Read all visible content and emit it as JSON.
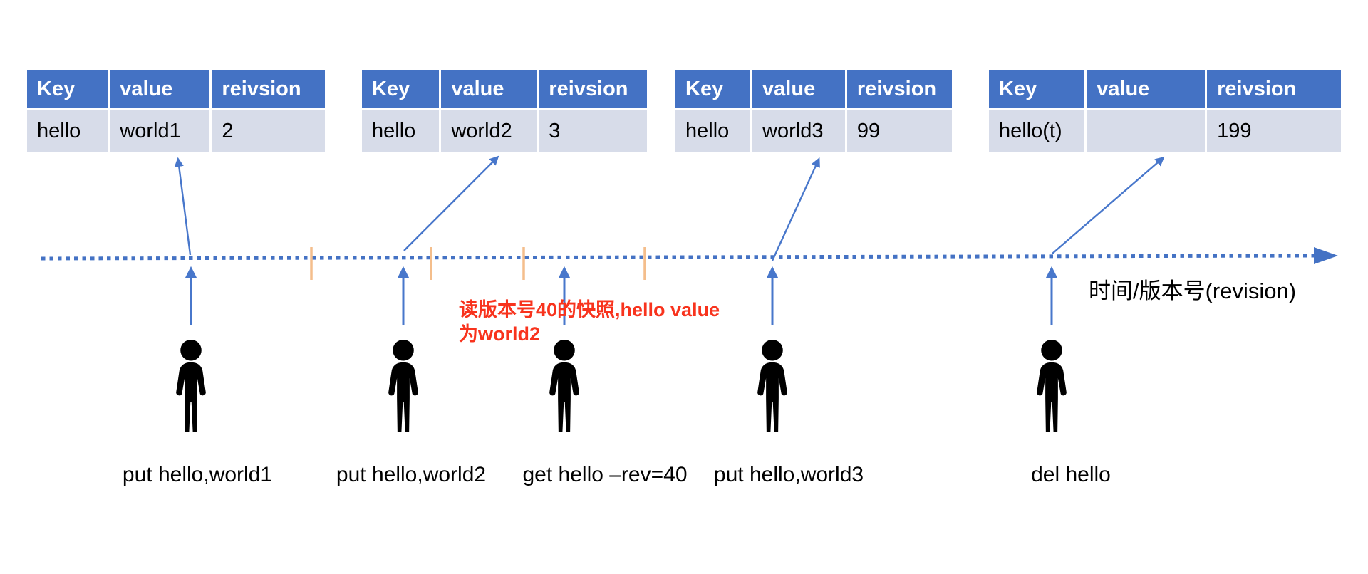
{
  "diagram_title": "etcd MVCC key revisions over time",
  "colors": {
    "table_header_bg": "#4472C4",
    "table_row_bg": "#D7DCE9",
    "table_header_text": "#FFFFFF",
    "arrow_blue": "#4877CB",
    "timeline_blue": "#4472C4",
    "tick_orange": "#F4BE8C",
    "annotation_red": "#F8331D",
    "text": "#000000"
  },
  "tables": [
    {
      "headers": [
        "Key",
        "value",
        "reivsion"
      ],
      "row": [
        "hello",
        "world1",
        "2"
      ]
    },
    {
      "headers": [
        "Key",
        "value",
        "reivsion"
      ],
      "row": [
        "hello",
        "world2",
        "3"
      ]
    },
    {
      "headers": [
        "Key",
        "value",
        "reivsion"
      ],
      "row": [
        "hello",
        "world3",
        "99"
      ]
    },
    {
      "headers": [
        "Key",
        "value",
        "reivsion"
      ],
      "row": [
        "hello(t)",
        "",
        "199"
      ]
    }
  ],
  "timeline": {
    "axis_label": "时间/版本号(revision)",
    "tick_count": 4
  },
  "annotation": {
    "line1": "读版本号40的快照,hello value",
    "line2": "为world2"
  },
  "events": [
    {
      "label": "put hello,world1"
    },
    {
      "label": "put hello,world2"
    },
    {
      "label": "get hello –rev=40"
    },
    {
      "label": "put hello,world3"
    },
    {
      "label": "del hello"
    }
  ]
}
